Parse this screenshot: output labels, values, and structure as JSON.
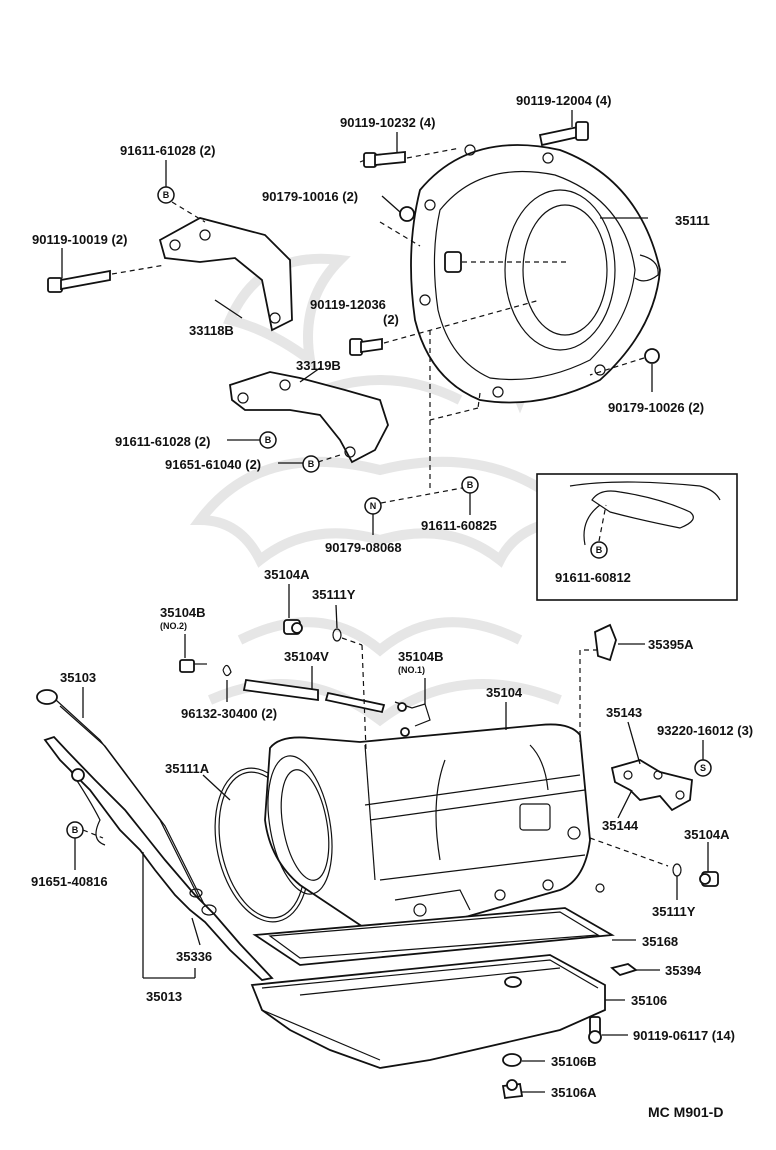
{
  "labels": {
    "p90119_12004": "90119-12004 (4)",
    "p90119_10232": "90119-10232 (4)",
    "p91611_61028_top": "91611-61028 (2)",
    "p90179_10016": "90179-10016 (2)",
    "p35111": "35111",
    "p90119_10019": "90119-10019 (2)",
    "p90119_12036": "90119-12036",
    "p90119_12036_qty": "(2)",
    "p33118B": "33118B",
    "p33119B": "33119B",
    "p90179_10026": "90179-10026 (2)",
    "p91611_61028_mid": "91611-61028 (2)",
    "p91651_61040": "91651-61040 (2)",
    "p91611_60825": "91611-60825",
    "p90179_08068": "90179-08068",
    "p91611_60812": "91611-60812",
    "p35104A_top": "35104A",
    "p35111Y_top": "35111Y",
    "p35104B_no2": "35104B",
    "p35104B_no2_sub": "(NO.2)",
    "p35104V": "35104V",
    "p35104B_no1": "35104B",
    "p35104B_no1_sub": "(NO.1)",
    "p35395A": "35395A",
    "p35103": "35103",
    "p96132_30400": "96132-30400 (2)",
    "p35104": "35104",
    "p35143": "35143",
    "p93220_16012": "93220-16012 (3)",
    "p35111A": "35111A",
    "p35144": "35144",
    "p35104A_right": "35104A",
    "p91651_40816": "91651-40816",
    "p35111Y_right": "35111Y",
    "p35168": "35168",
    "p35336": "35336",
    "p35394": "35394",
    "p35013": "35013",
    "p35106": "35106",
    "p90119_06117": "90119-06117 (14)",
    "p35106B": "35106B",
    "p35106A": "35106A",
    "footer_code": "MC M901-D"
  },
  "bubbles": {
    "B": "B",
    "N": "N",
    "S": "S"
  }
}
